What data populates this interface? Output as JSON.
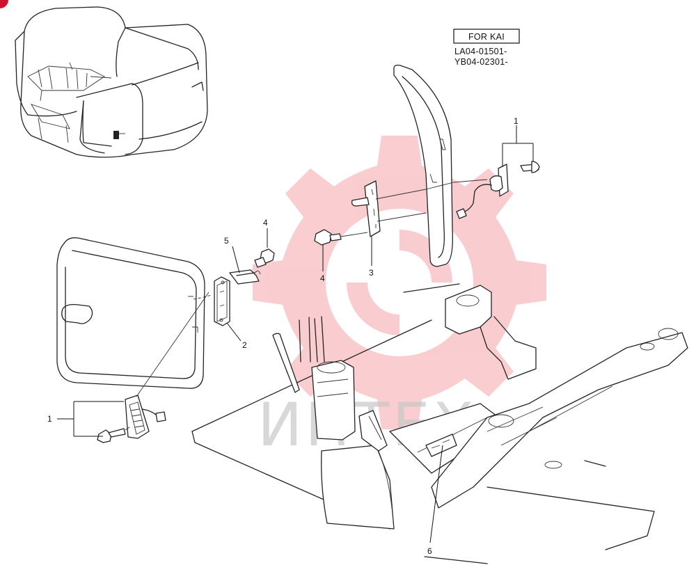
{
  "header": {
    "box_label": "FOR KAI",
    "serial_lines": [
      "LA04-01501-",
      "YB04-02301-"
    ]
  },
  "watermark": {
    "text": "ИНТЕХ",
    "color": "#e8222a"
  },
  "callouts": [
    {
      "id": "c1a",
      "text": "1"
    },
    {
      "id": "c1b",
      "text": "1"
    },
    {
      "id": "c2",
      "text": "2"
    },
    {
      "id": "c3",
      "text": "3"
    },
    {
      "id": "c4a",
      "text": "4"
    },
    {
      "id": "c4b",
      "text": "4"
    },
    {
      "id": "c5",
      "text": "5"
    },
    {
      "id": "c6",
      "text": "6"
    }
  ],
  "corner_badge_color": "#d0112b"
}
